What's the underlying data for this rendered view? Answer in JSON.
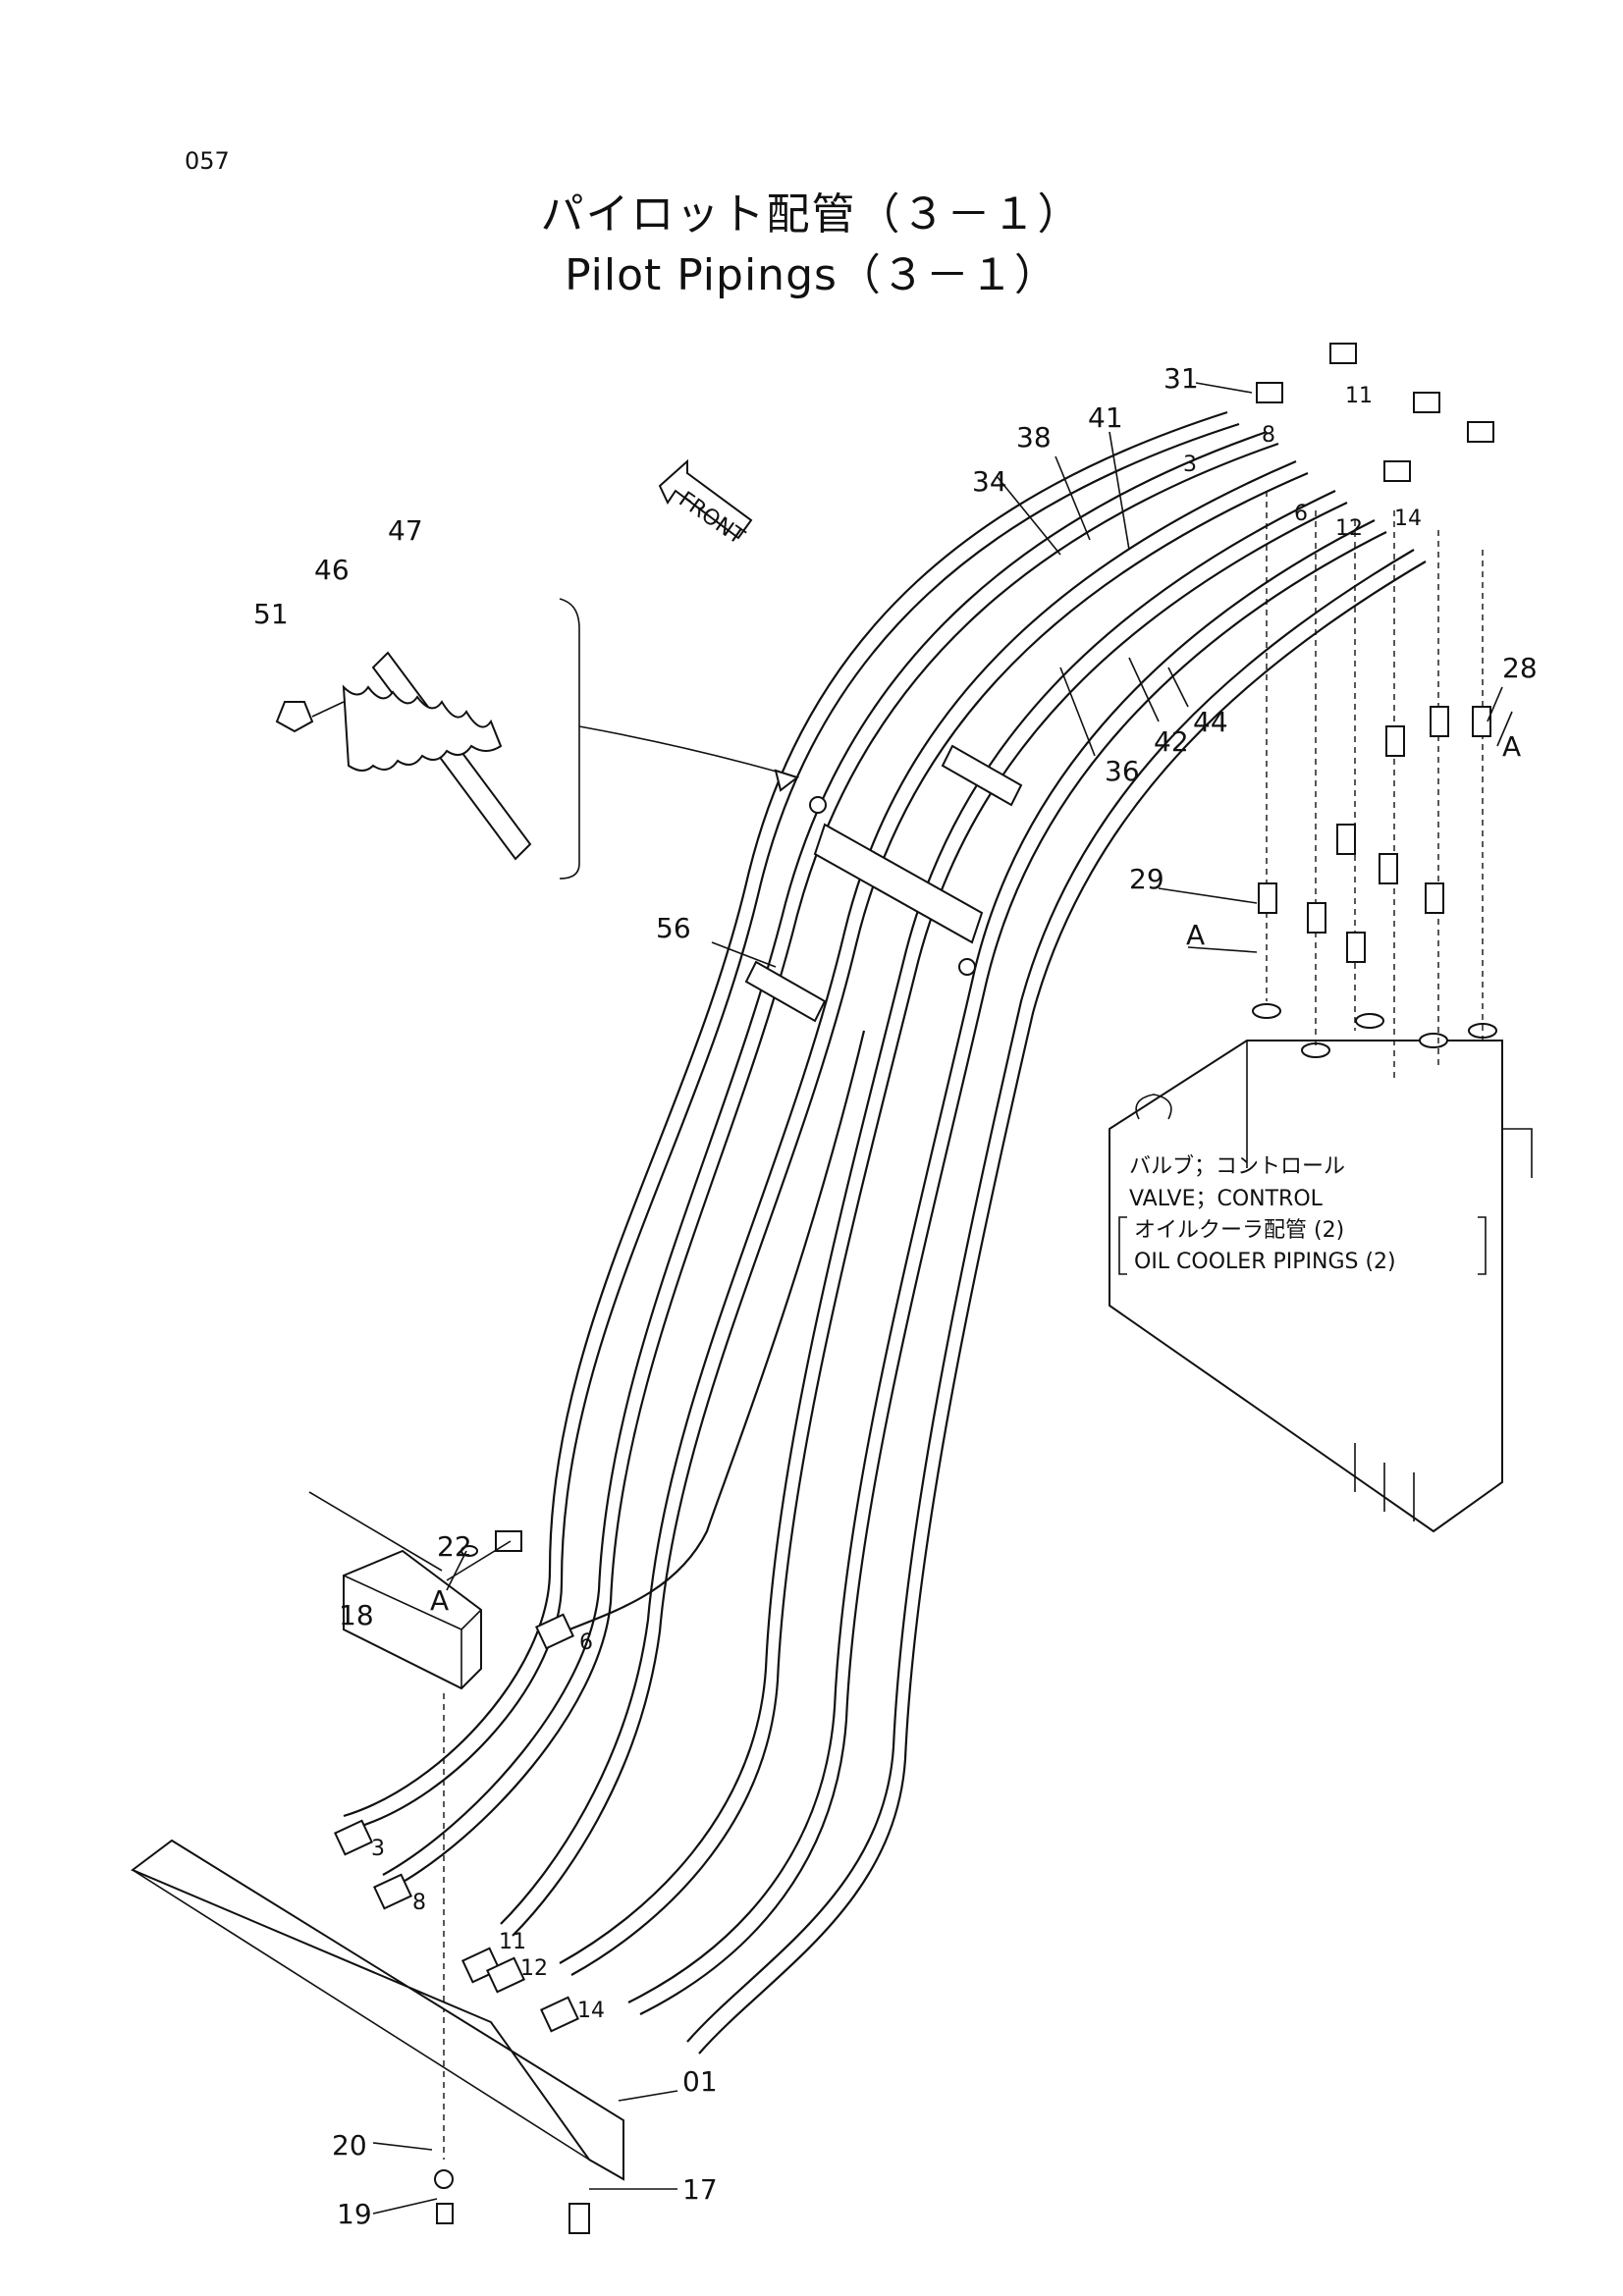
{
  "page_number": "057",
  "title_jp": "パイロット配管（３－１）",
  "title_en": "Pilot Pipings（３－１）",
  "front_marker": "FRONT",
  "part_labels": {
    "p01": "01",
    "p17": "17",
    "p18": "18",
    "p19": "19",
    "p20": "20",
    "p22": "22",
    "p28": "28",
    "p29": "29",
    "p31": "31",
    "p34": "34",
    "p36": "36",
    "p38": "38",
    "p41": "41",
    "p42": "42",
    "p44": "44",
    "p46": "46",
    "p47": "47",
    "p51": "51",
    "p56": "56"
  },
  "group_marks": {
    "a1": "A",
    "a2": "A",
    "a3": "A"
  },
  "hose_end_marks": {
    "m3": "3",
    "m6": "6",
    "m8": "8",
    "m11": "11",
    "m12": "12",
    "m14": "14",
    "t3": "3",
    "t6": "6",
    "t8": "8",
    "t11": "11",
    "t12": "12",
    "t14": "14"
  },
  "valve_note": {
    "line1": "バルブ；コントロール",
    "line2": "VALVE；CONTROL",
    "line3": "オイルクーラ配管 (2)",
    "line4": "OIL  COOLER  PIPINGS (2)"
  }
}
